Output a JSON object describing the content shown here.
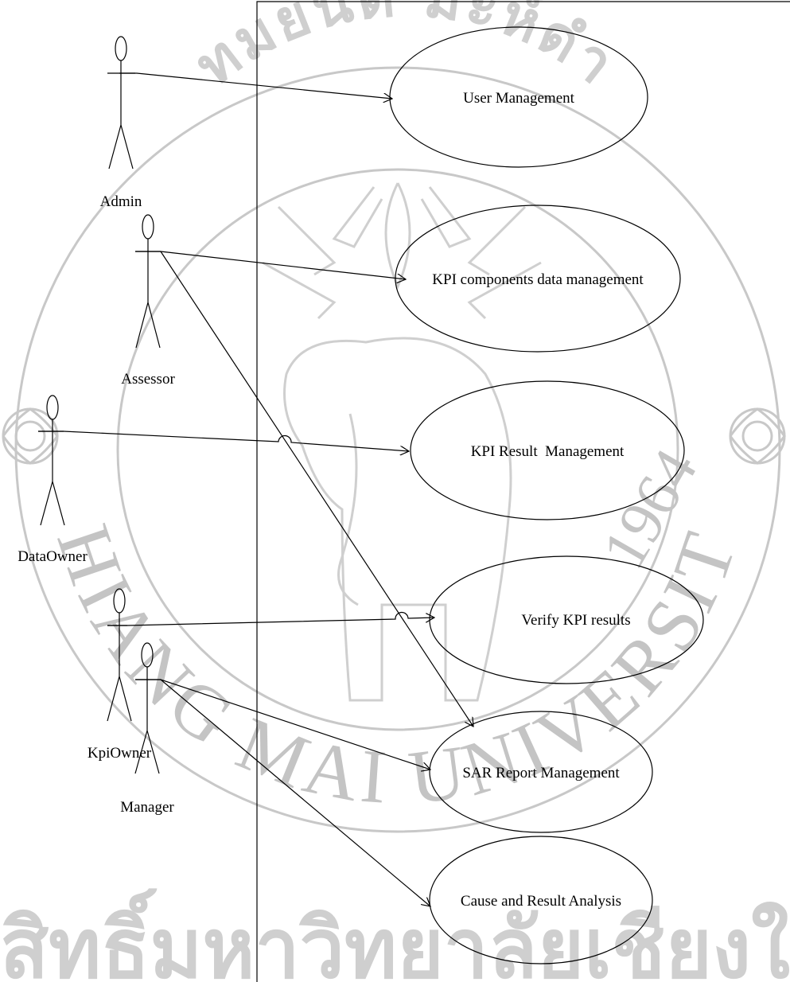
{
  "diagram": {
    "actors": [
      {
        "id": "admin",
        "label": "Admin"
      },
      {
        "id": "assessor",
        "label": "Assessor"
      },
      {
        "id": "dataowner",
        "label": "DataOwner"
      },
      {
        "id": "kpiowner",
        "label": "KpiOwner"
      },
      {
        "id": "manager",
        "label": "Manager"
      }
    ],
    "use_cases": [
      {
        "id": "uc1",
        "label": "User Management"
      },
      {
        "id": "uc2",
        "label": "KPI components data management"
      },
      {
        "id": "uc3",
        "label": "KPI Result  Management"
      },
      {
        "id": "uc4",
        "label": "Verify KPI results"
      },
      {
        "id": "uc5",
        "label": "SAR Report Management"
      },
      {
        "id": "uc6",
        "label": "Cause and Result Analysis"
      }
    ],
    "associations": [
      {
        "from": "admin",
        "to": "uc1"
      },
      {
        "from": "assessor",
        "to": "uc2"
      },
      {
        "from": "assessor",
        "to": "uc5"
      },
      {
        "from": "dataowner",
        "to": "uc3"
      },
      {
        "from": "kpiowner",
        "to": "uc4"
      },
      {
        "from": "manager",
        "to": "uc5"
      },
      {
        "from": "manager",
        "to": "uc6"
      }
    ]
  },
  "watermark": {
    "arc_text": "CHIANG MAI UNIVERSITY",
    "year": "1964",
    "thai_top": "ทมยนต์ มะห์ดํา",
    "thai_bottom": "สิทธิ์มหาวิทยาลัยเชียงใ"
  }
}
